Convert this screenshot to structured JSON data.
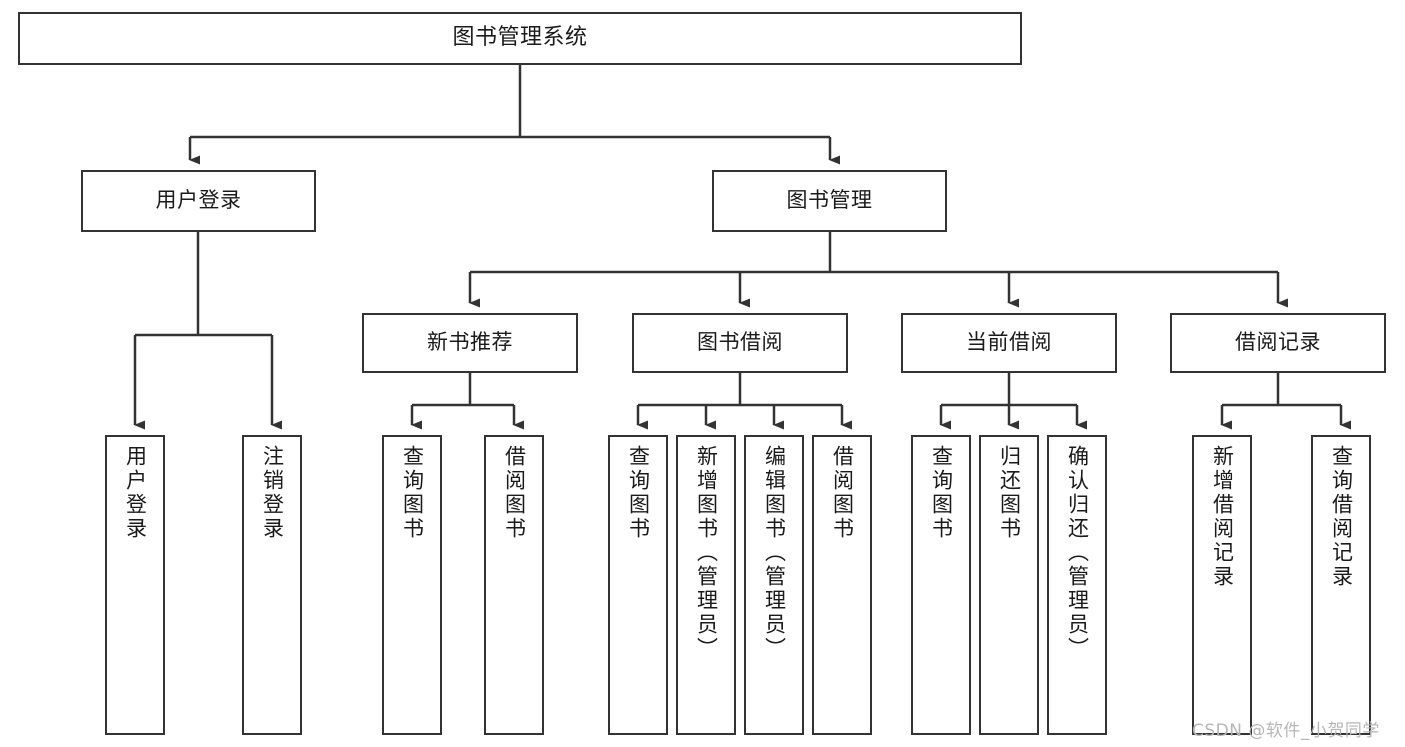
{
  "diagram": {
    "title": "图书管理系统",
    "type": "hierarchy-tree",
    "root": {
      "label": "图书管理系统"
    },
    "level2": [
      {
        "label": "用户登录"
      },
      {
        "label": "图书管理"
      }
    ],
    "level3": [
      {
        "label": "新书推荐"
      },
      {
        "label": "图书借阅"
      },
      {
        "label": "当前借阅"
      },
      {
        "label": "借阅记录"
      }
    ],
    "leaves": {
      "user_login": [
        {
          "label": "用户登录"
        },
        {
          "label": "注销登录"
        }
      ],
      "new_book_recommend": [
        {
          "label": "查询图书"
        },
        {
          "label": "借阅图书"
        }
      ],
      "book_borrow": [
        {
          "label": "查询图书"
        },
        {
          "label": "新增图书（管理员）"
        },
        {
          "label": "编辑图书（管理员）"
        },
        {
          "label": "借阅图书"
        }
      ],
      "current_borrow": [
        {
          "label": "查询图书"
        },
        {
          "label": "归还图书"
        },
        {
          "label": "确认归还（管理员）"
        }
      ],
      "borrow_record": [
        {
          "label": "新增借阅记录"
        },
        {
          "label": "查询借阅记录"
        }
      ]
    },
    "watermark": "CSDN @软件_小贺同学",
    "colors": {
      "border": "#333333",
      "background": "#ffffff",
      "text": "#1a1a1a",
      "watermark": "#b6b6b6"
    }
  }
}
